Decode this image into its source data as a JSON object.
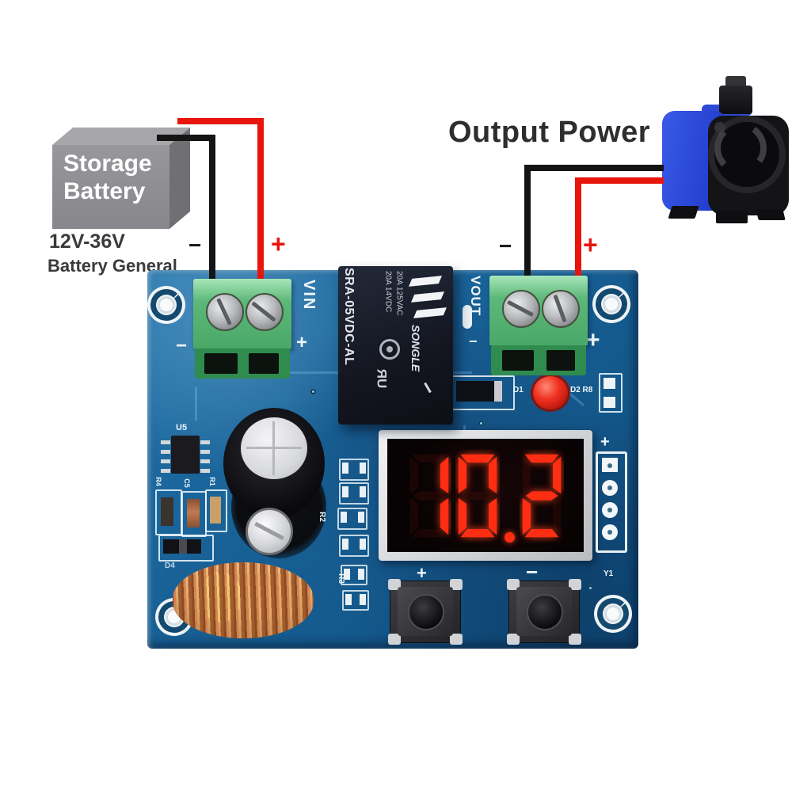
{
  "battery": {
    "title_lines": [
      "Storage",
      "Battery"
    ],
    "spec": "12V-36V",
    "subtitle": "Battery General"
  },
  "input_wires": {
    "minus": "−",
    "plus": "+"
  },
  "output": {
    "label": "Output Power"
  },
  "output_wires": {
    "minus": "−",
    "plus": "+"
  },
  "board": {
    "vin": {
      "label": "VIN",
      "plus": "+",
      "minus": "−"
    },
    "vout": {
      "label": "VOUT",
      "plus": "+",
      "minus": "−"
    },
    "relay": {
      "model": "SRA-05VDC-AL",
      "ratings": [
        "20A 14VDC",
        "20A 125VAC"
      ],
      "brand": "SONGLE",
      "cert": "ЯU"
    },
    "display": {
      "value": "10.2"
    },
    "header": {
      "plus": "+"
    },
    "buttons": {
      "plus": "+",
      "minus": "−"
    },
    "silkscreen": {
      "u5": "U5",
      "r4": "R4",
      "c5": "C5",
      "r1": "R1",
      "r2": "R2",
      "r3": "R3",
      "d1": "D1",
      "d2": "D2 R8",
      "d4": "D4",
      "y1": "Y1"
    }
  },
  "colors": {
    "pcb_blue": "#17669e",
    "wire_red": "#e8150d",
    "wire_black": "#141414",
    "terminal_green": "#5cb878",
    "relay_navy": "#151a26",
    "display_red": "#ff2d12",
    "pump_blue": "#2647d6",
    "inductor_copper": "#cf8352"
  }
}
